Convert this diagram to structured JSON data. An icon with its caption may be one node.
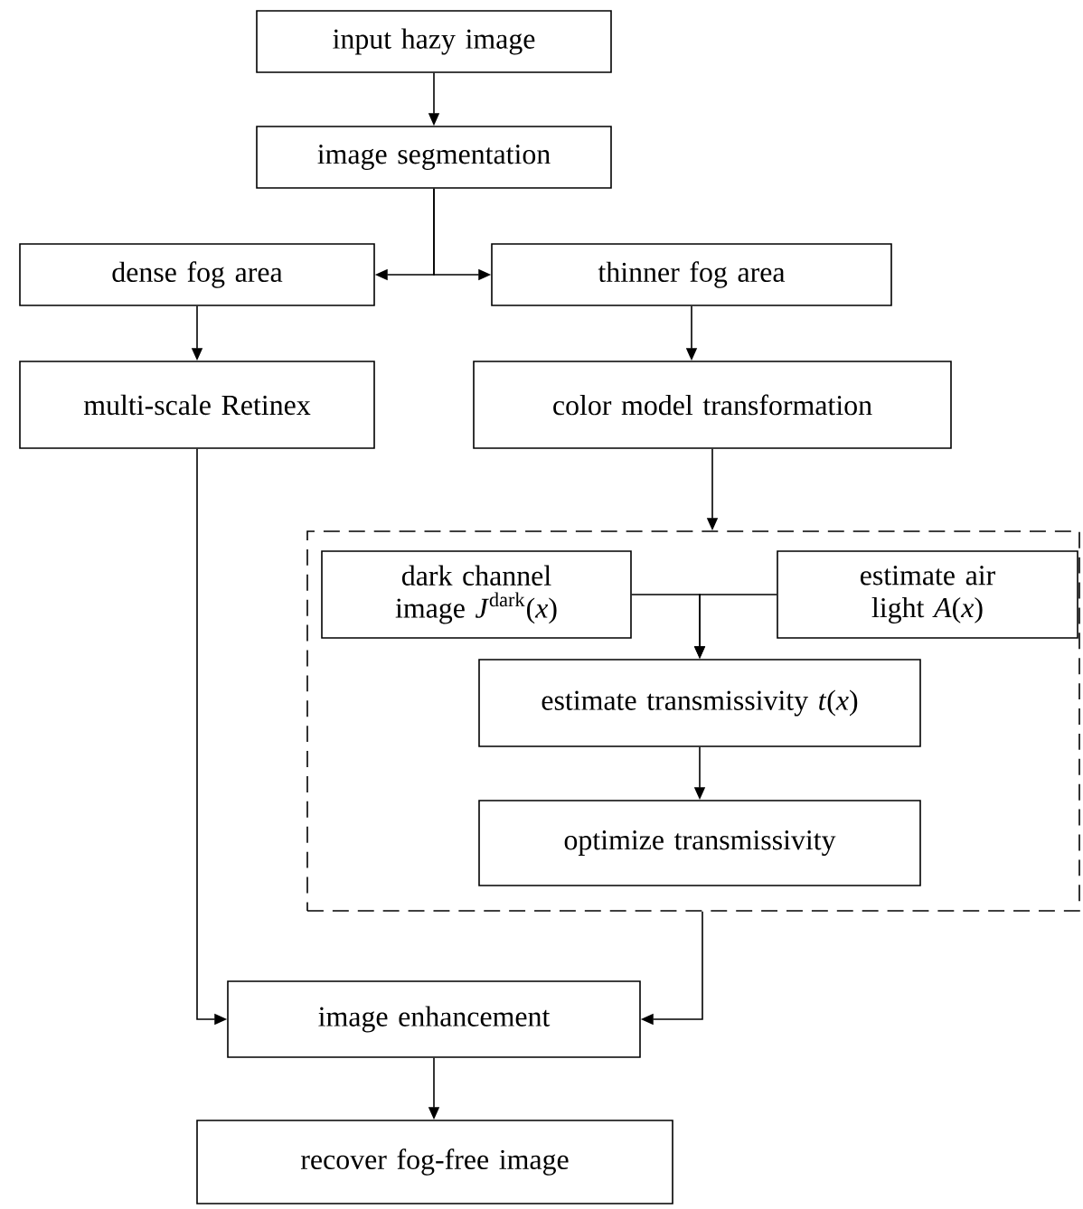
{
  "diagram": {
    "nodes": [
      {
        "text": [
          "input hazy image"
        ]
      },
      {
        "text": [
          "image segmentation"
        ]
      },
      {
        "text": [
          "dense fog area"
        ]
      },
      {
        "text": [
          "thinner fog area"
        ]
      },
      {
        "text": [
          "multi-scale Retinex"
        ]
      },
      {
        "text": [
          "color model transformation"
        ]
      },
      {
        "text": [],
        "shape": "box"
      },
      {
        "text": [
          "dark channel image *J*$^{dark}$(*x*)"
        ],
        "in": 6
      },
      {
        "text": [
          "estimate air light *A*(*x*)"
        ],
        "in": 6
      },
      {
        "text": [
          "estimate transmissivity *t*(*x*)"
        ],
        "in": 6
      },
      {
        "text": [
          "optimize transmissivity"
        ],
        "in": 6
      },
      {
        "text": [
          "image enhancement"
        ]
      },
      {
        "text": [
          "recover fog-free image"
        ]
      }
    ],
    "edges": [
      {
        "from": 0,
        "to": 1,
        "arrow": "to"
      },
      {
        "from": 1,
        "to": 2,
        "arrow": "to"
      },
      {
        "from": 1,
        "to": 3,
        "arrow": "to"
      },
      {
        "from": 2,
        "to": 4,
        "arrow": "to"
      },
      {
        "from": 3,
        "to": 5,
        "arrow": "to"
      },
      {
        "from": 5,
        "to": 6,
        "arrow": "to"
      },
      {
        "from": 7,
        "to": 9,
        "arrow": "to"
      },
      {
        "from": 8,
        "to": 9,
        "arrow": "to"
      },
      {
        "from": 9,
        "to": 10,
        "arrow": "to"
      },
      {
        "from": 4,
        "to": 11,
        "arrow": "to"
      },
      {
        "from": 6,
        "to": 11,
        "arrow": "to"
      },
      {
        "from": 11,
        "to": 12,
        "arrow": "to"
      }
    ]
  }
}
